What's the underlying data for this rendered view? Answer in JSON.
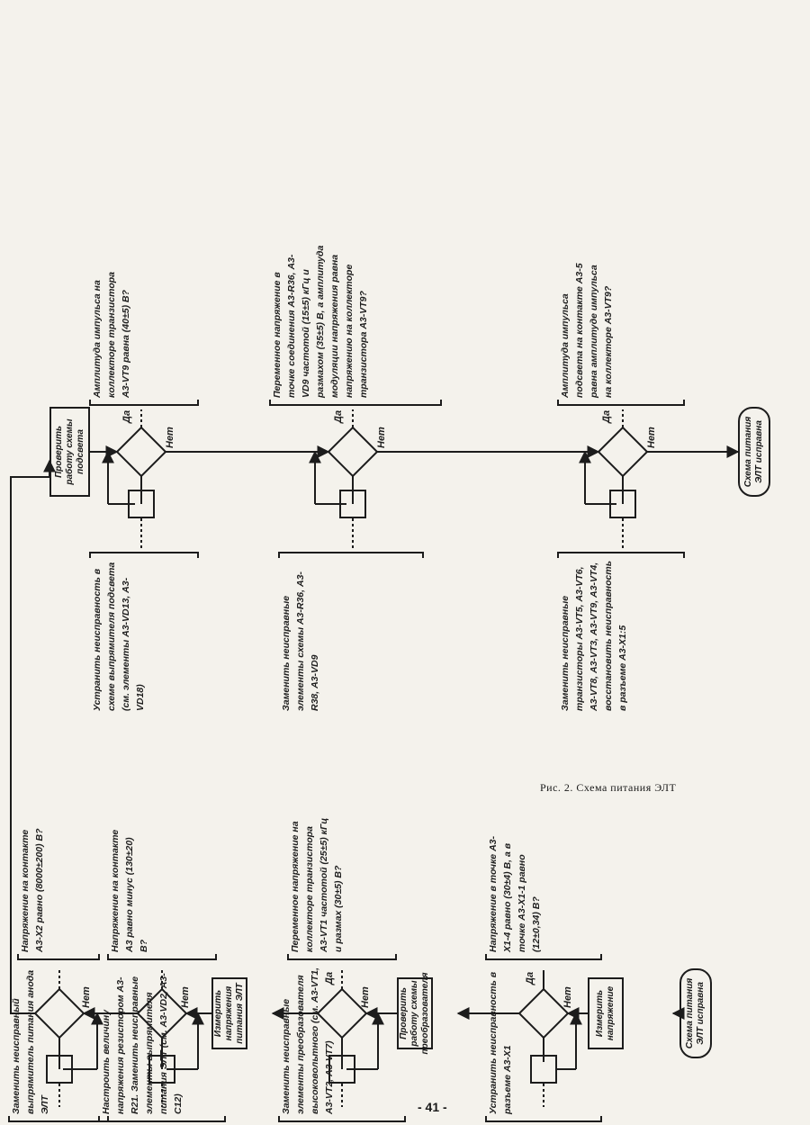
{
  "caption": "Рис. 2. Схема питания ЭЛТ",
  "page_number": "- 41 -",
  "labels": {
    "yes": "Да",
    "no": "Нет"
  },
  "start_text": "Схема питания ЭЛТ исправна",
  "end_text": "Схема питания ЭЛТ исправна",
  "process": {
    "measure_voltage": "Измерить напряжение",
    "check_converter": "Проверить работу схемы преобразователя",
    "measure_crt_voltage": "Измерить напряжения питания ЭЛТ",
    "check_backlight": "Проверить работу схемы подсвета"
  },
  "conditions": {
    "c1": "Напряжение в точке А3-Х1-4 равно (30±4) В, а в точке А3-Х1-1 равно (12±0,34) В?",
    "c2": "Переменное напряжение на коллекторе транзистора А3-VT1 частотой (25±5) кГц и размах (30±5) В?",
    "c3": "Напряжение на контакте А3 равно минус (130±20) В?",
    "c4": "Напряжение на контакте А3-Х2 равно (8000±200) В?",
    "c5": "Амплитуда импульса на коллекторе транзистора А3-VT9 равна (40±5) В?",
    "c6": "Переменное напряжение в точке соединения А3-R36, А3-VD9 частотой (15±5) кГц и размахом (35±5) В, а амплитуда модуляции напряжения равна напряжению на коллекторе транзистора А3-VT9?",
    "c7": "Амплитуда импульса подсвета на контакте А3-5 равна амплитуде импульса на коллекторе А3-VT9?"
  },
  "actions": {
    "a1": "Устранить неисправность в разъеме А3-Х1",
    "a2": "Заменить неисправные элементы преобразователя высоковольтного (см. А3-VT1, А3-VT2, А3-VT7)",
    "a3": "Настроить величину напряжения резистором А3-R21. Заменить неисправные элементы выпрямителя питания ЭЛТ (см. А3-VD2, А3-С12)",
    "a4": "Заменить неисправный выпрямитель питания анода ЭЛТ",
    "a5": "Заменить неисправные транзисторы А3-VT5, А3-VT6, А3-VT8, А3-VT3, А3-VT9, А3-VT4, восстановить неисправность в разъеме А3-Х1:5",
    "a6": "Заменить неисправные элементы схемы А3-R36, А3-R38, А3-VD9",
    "a7": "Устранить неисправность в схеме выпрямителя подсвета (см. элементы А3-VD13, А3-VD18)"
  }
}
